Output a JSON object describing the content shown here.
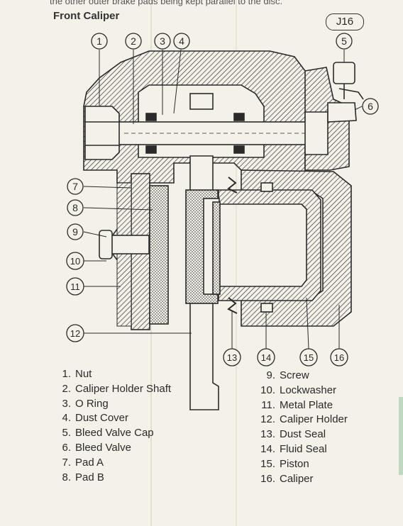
{
  "header": {
    "cut_text": "the other outer brake pads being kept parallel to the disc.",
    "title": "Front Caliper",
    "code": "J16"
  },
  "callouts": [
    "1",
    "2",
    "3",
    "4",
    "5",
    "6",
    "7",
    "8",
    "9",
    "10",
    "11",
    "12",
    "13",
    "14",
    "15",
    "16"
  ],
  "legend_left": [
    {
      "num": "1.",
      "label": "Nut"
    },
    {
      "num": "2.",
      "label": "Caliper Holder Shaft"
    },
    {
      "num": "3.",
      "label": "O Ring"
    },
    {
      "num": "4.",
      "label": "Dust Cover"
    },
    {
      "num": "5.",
      "label": "Bleed Valve Cap"
    },
    {
      "num": "6.",
      "label": "Bleed Valve"
    },
    {
      "num": "7.",
      "label": "Pad A"
    },
    {
      "num": "8.",
      "label": "Pad B"
    }
  ],
  "legend_right": [
    {
      "num": "9.",
      "label": "Screw"
    },
    {
      "num": "10.",
      "label": "Lockwasher"
    },
    {
      "num": "11.",
      "label": "Metal Plate"
    },
    {
      "num": "12.",
      "label": "Caliper Holder"
    },
    {
      "num": "13.",
      "label": "Dust Seal"
    },
    {
      "num": "14.",
      "label": "Fluid Seal"
    },
    {
      "num": "15.",
      "label": "Piston"
    },
    {
      "num": "16.",
      "label": "Caliper"
    }
  ],
  "colors": {
    "ink": "#2a2a2a",
    "paper": "#f4f1e8"
  }
}
